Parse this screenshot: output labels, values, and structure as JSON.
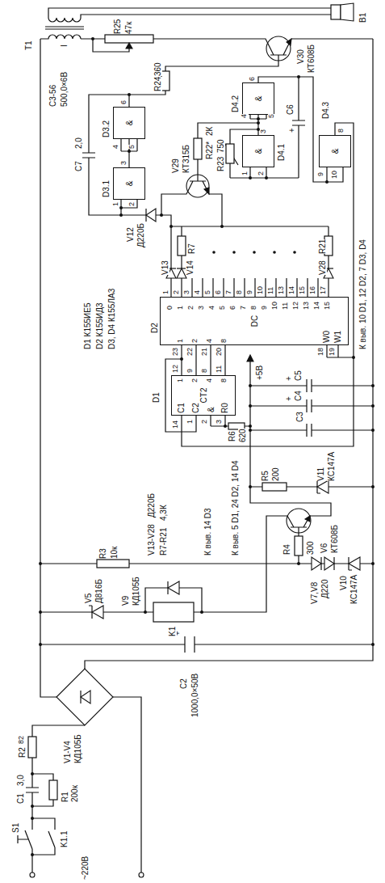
{
  "diagram": {
    "nodes": [
      {
        "text": [
          "CT2"
        ]
      },
      {
        "text": [
          "DC"
        ]
      },
      {
        "text": [
          "&"
        ]
      },
      {
        "text": [
          "&"
        ]
      },
      {
        "text": [
          "&"
        ]
      },
      {
        "text": [
          "&"
        ]
      },
      {
        "text": [
          "&"
        ]
      }
    ],
    "edges": [
      {
        "from": 0,
        "to": 1,
        "arrow": "none"
      },
      {
        "from": 2,
        "to": 3,
        "arrow": "none"
      },
      {
        "from": 4,
        "to": 5,
        "arrow": "none"
      }
    ],
    "labels": [
      "~220В",
      "S1",
      "K1.1",
      "C1",
      "3,0",
      "R1",
      "200к",
      "R2",
      "82",
      "V1-V4",
      "КД105Б",
      "C2",
      "1000,0×50В",
      "+",
      "V5",
      "Д816Б",
      "K1",
      "V9",
      "КД105Б",
      "R3",
      "10к",
      "R4",
      "300",
      "V6",
      "КТ608Б",
      "V7,V8",
      "Д220",
      "V10",
      "КС147А",
      "R5",
      "200",
      "V11",
      "КС147А",
      "К выв. 14 D3",
      "К выв. 5 D1, 24 D2, 14 D4",
      "V13-V28",
      "Д220Б",
      "R7-R21",
      "4,3К",
      "C3",
      "C4",
      "+",
      "C5",
      "+",
      "+5В",
      "R6",
      "620",
      "D1",
      "14",
      "C1",
      "1",
      "C2",
      "2",
      "3",
      "&",
      "R0",
      "1",
      "2",
      "4",
      "8",
      "12",
      "9",
      "8",
      "11",
      "D2",
      "23",
      "22",
      "21",
      "20",
      "1",
      "2",
      "4",
      "8",
      "18",
      "19",
      "W0",
      "W1",
      "D1 К155ИЕ5",
      "D2 К155ИД3",
      "D3, D4 К155ЛА3",
      "V13",
      "V14",
      "R7",
      "V28",
      "R21",
      "V12",
      "Д220Б",
      "D3.1",
      "1",
      "2",
      "3",
      "D3.2",
      "4",
      "5",
      "6",
      "C7",
      "2,0",
      "V29",
      "КТ315Б",
      "R22*",
      "2К",
      "R23",
      "750",
      "D4.1",
      "1",
      "2",
      "3",
      "D4.2",
      "4",
      "5",
      "6",
      "C6",
      "+",
      "D4.3",
      "9",
      "10",
      "8",
      "К выв. 10 D1, 12 D2, 7 D3, D4",
      "R24",
      "360",
      "V30",
      "КТ608Б",
      "R25",
      "47к",
      "C3-56",
      "500,0×6В",
      "T1",
      "I",
      "B1",
      "1",
      "2",
      "3",
      "4",
      "5",
      "6",
      "7",
      "8",
      "9",
      "10",
      "11",
      "13",
      "14",
      "15",
      "16",
      "17",
      "0",
      "1",
      "2",
      "3",
      "4",
      "5",
      "6",
      "7",
      "8",
      "9",
      "10",
      "11",
      "12",
      "13",
      "14",
      "15"
    ]
  }
}
